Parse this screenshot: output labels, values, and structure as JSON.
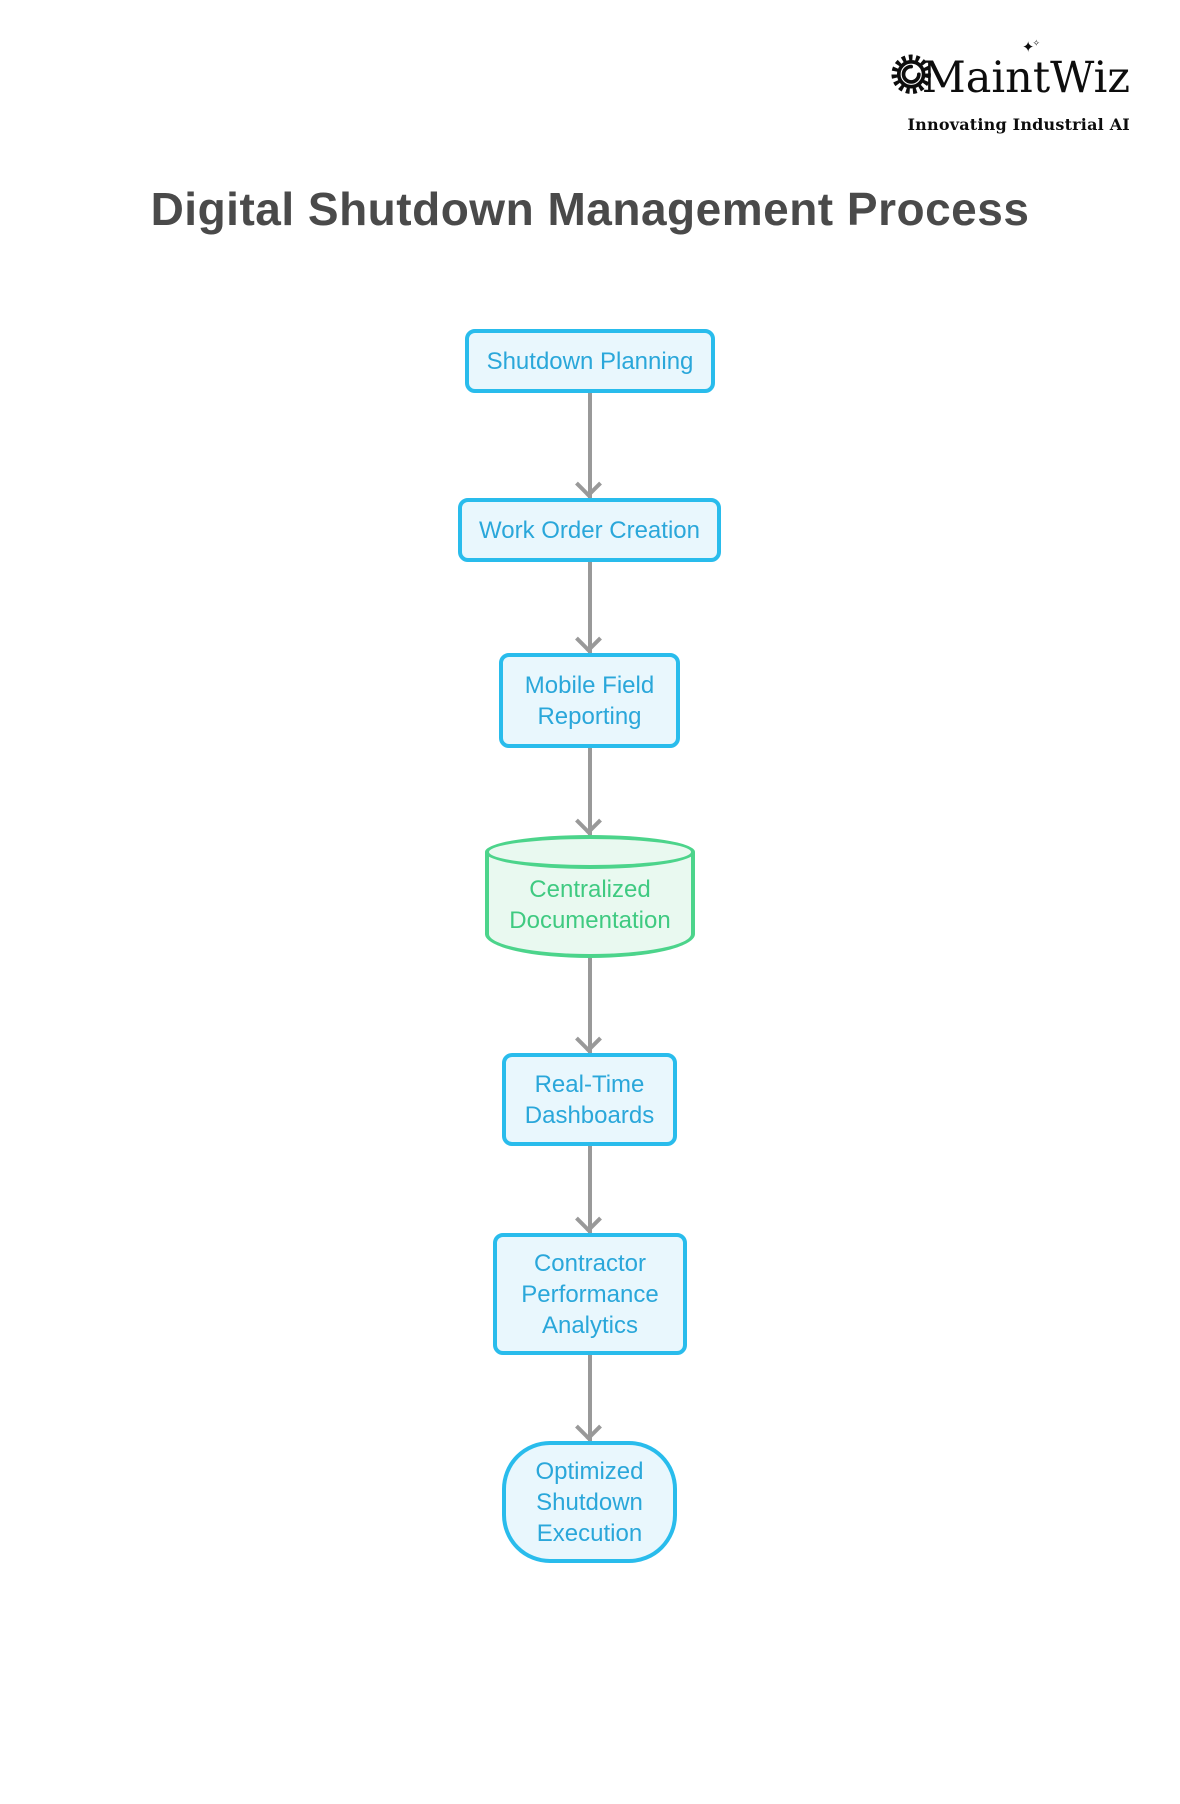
{
  "logo": {
    "brand": "MaintWiz",
    "tagline": "Innovating Industrial AI",
    "sparkle_large": "✦",
    "sparkle_small": "✧"
  },
  "header": {
    "title": "Digital Shutdown Management Process"
  },
  "flowchart": {
    "direction": "top-down",
    "arrow_color": "#999999",
    "nodes": [
      {
        "label": "Shutdown Planning",
        "shape": "rounded-rectangle",
        "fill": "#e9f7fd",
        "border_color": "#29bcec",
        "text_color": "#2aa7da"
      },
      {
        "label": "Work Order Creation",
        "shape": "rounded-rectangle",
        "fill": "#e9f7fd",
        "border_color": "#29bcec",
        "text_color": "#2aa7da"
      },
      {
        "label": "Mobile Field Reporting",
        "shape": "rounded-rectangle",
        "fill": "#e9f7fd",
        "border_color": "#29bcec",
        "text_color": "#2aa7da"
      },
      {
        "label": "Centralized Documentation",
        "shape": "cylinder",
        "fill": "#e9f9f0",
        "border_color": "#4cd48b",
        "text_color": "#3fca81"
      },
      {
        "label": "Real-Time Dashboards",
        "shape": "rounded-rectangle",
        "fill": "#e9f7fd",
        "border_color": "#29bcec",
        "text_color": "#2aa7da"
      },
      {
        "label": "Contractor Performance Analytics",
        "shape": "rounded-rectangle",
        "fill": "#e9f7fd",
        "border_color": "#29bcec",
        "text_color": "#2aa7da"
      },
      {
        "label": "Optimized Shutdown Execution",
        "shape": "stadium",
        "fill": "#e9f7fd",
        "border_color": "#29bcec",
        "text_color": "#2aa7da"
      }
    ],
    "edges": [
      {
        "from": "Shutdown Planning",
        "to": "Work Order Creation"
      },
      {
        "from": "Work Order Creation",
        "to": "Mobile Field Reporting"
      },
      {
        "from": "Mobile Field Reporting",
        "to": "Centralized Documentation"
      },
      {
        "from": "Centralized Documentation",
        "to": "Real-Time Dashboards"
      },
      {
        "from": "Real-Time Dashboards",
        "to": "Contractor Performance Analytics"
      },
      {
        "from": "Contractor Performance Analytics",
        "to": "Optimized Shutdown Execution"
      }
    ]
  }
}
